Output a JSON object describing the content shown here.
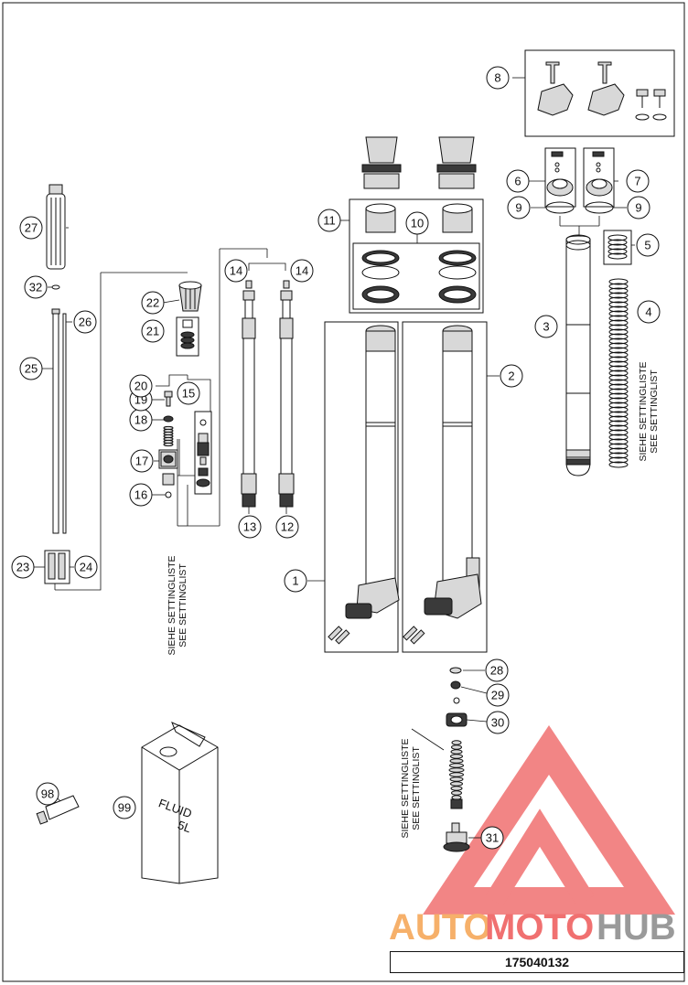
{
  "callouts": [
    "1",
    "2",
    "3",
    "4",
    "5",
    "6",
    "7",
    "8",
    "9",
    "9",
    "10",
    "11",
    "12",
    "13",
    "14",
    "14",
    "15",
    "16",
    "17",
    "18",
    "19",
    "20",
    "21",
    "22",
    "23",
    "24",
    "25",
    "26",
    "27",
    "28",
    "29",
    "30",
    "31",
    "32",
    "98",
    "99"
  ],
  "notes": {
    "setting_de": "SIEHE SETTINGLISTE",
    "setting_en": "SEE SETTINGLIST"
  },
  "can_label": {
    "line1": "FLUID",
    "line2": "5L"
  },
  "watermark": {
    "part1": "AUTO",
    "part2": "MOTO",
    "part3": "HUB"
  },
  "document_number": "175040132",
  "colors": {
    "watermark_red": "#f07070",
    "watermark_orange": "#f6b06a",
    "watermark_grey": "#9a9a9a"
  }
}
